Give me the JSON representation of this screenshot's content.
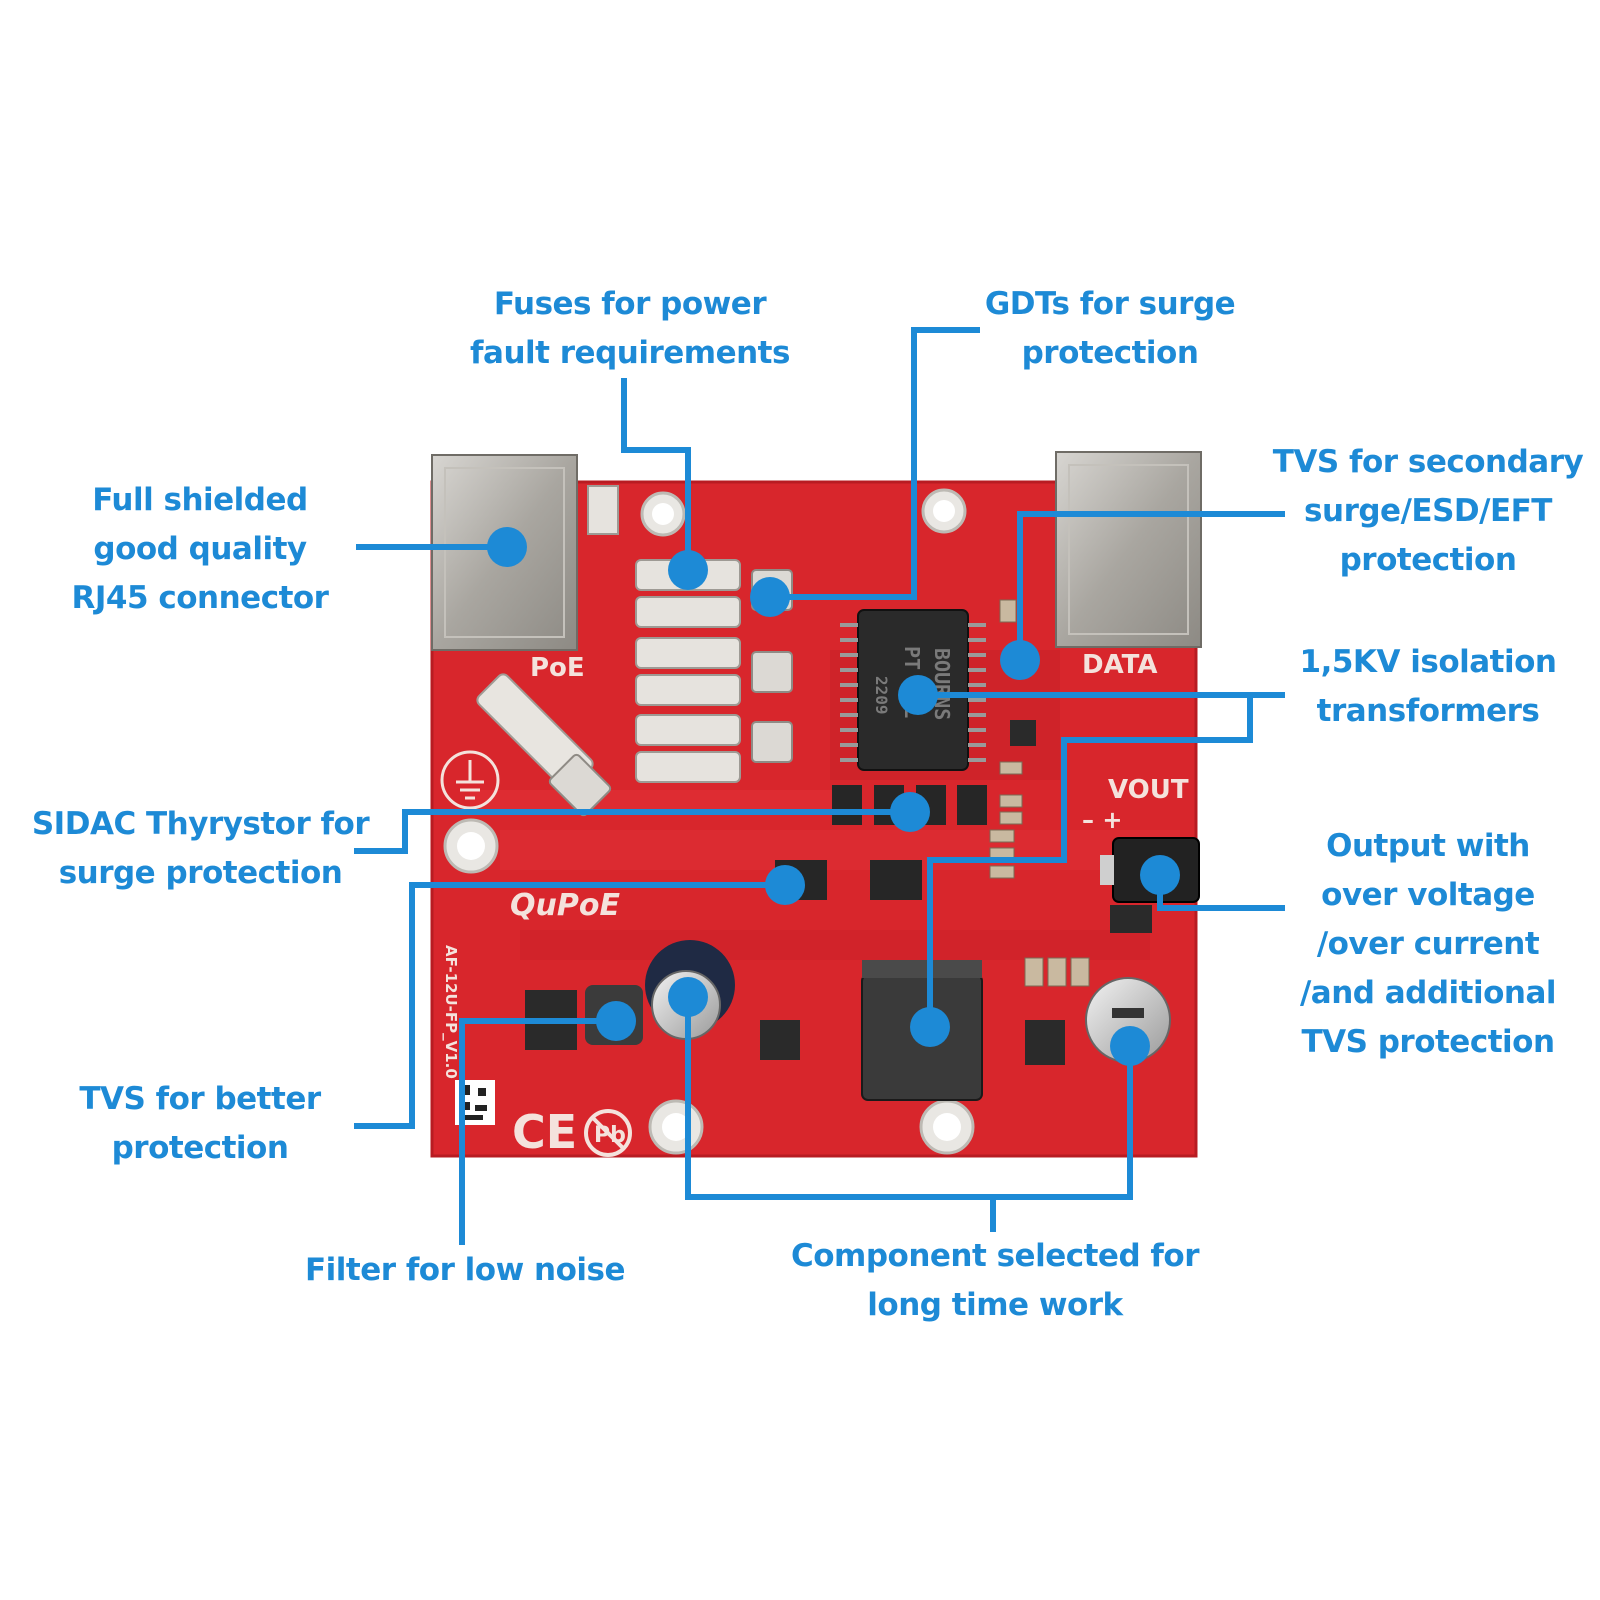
{
  "colors": {
    "callout": "#1d8ad6",
    "pcb_red": "#d8262c",
    "background": "#ffffff"
  },
  "board": {
    "port_poe": "PoE",
    "port_data": "DATA",
    "vout_label": "VOUT",
    "vout_polarity": "– +",
    "brand_logo": "QuPoE",
    "version_mark": "AF-12U-FP_V1.0",
    "transformer_mark_1": "BOURNS",
    "transformer_mark_2": "PT 20L",
    "transformer_mark_3": "2209",
    "ce_mark": "CE",
    "pb_mark": "Pb"
  },
  "callouts": {
    "fuses": [
      "Fuses for power",
      "fault requirements"
    ],
    "gdts": [
      "GDTs for surge",
      "protection"
    ],
    "tvs_secondary": [
      "TVS for secondary",
      "surge/ESD/EFT",
      "protection"
    ],
    "rj45": [
      "Full shielded",
      "good quality",
      "RJ45 connector"
    ],
    "isolation": [
      "1,5KV isolation",
      "transformers"
    ],
    "sidac": [
      "SIDAC Thyrystor for",
      "surge protection"
    ],
    "output": [
      "Output with",
      "over voltage",
      "/over current",
      "/and additional",
      "TVS protection"
    ],
    "tvs_better": [
      "TVS for better",
      "protection"
    ],
    "filter": [
      "Filter for low noise"
    ],
    "component": [
      "Component selected for",
      "long time work"
    ]
  }
}
